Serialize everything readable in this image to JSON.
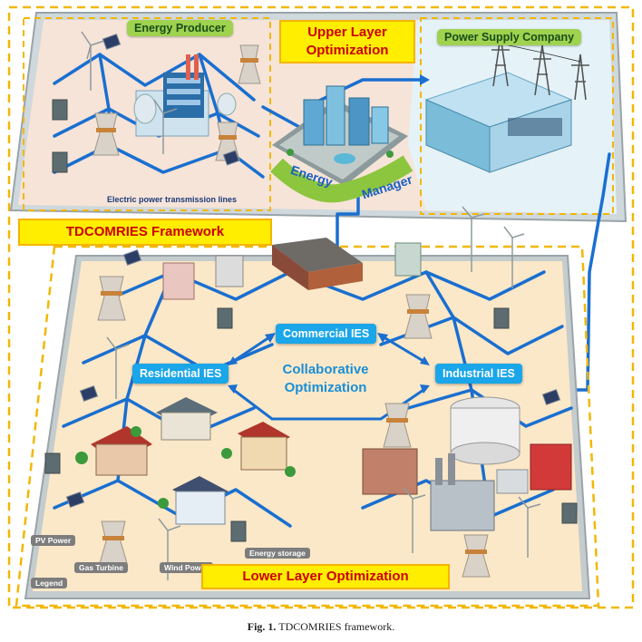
{
  "upper": {
    "energy_producer": "Energy Producer",
    "title_line1": "Upper Layer",
    "title_line2": "Optimization",
    "power_supply": "Power Supply Company",
    "transmission_lines": "Electric power transmission lines",
    "energy_word": "Energy",
    "manager_word": "Manager"
  },
  "framework_label": "TDCOMRIES Framework",
  "lower": {
    "commercial": "Commercial IES",
    "residential": "Residential IES",
    "industrial": "Industrial IES",
    "collab_line1": "Collaborative",
    "collab_line2": "Optimization",
    "title": "Lower Layer Optimization"
  },
  "legend": {
    "pv_power": "PV Power",
    "gas_turbine": "Gas Turbine",
    "wind_power": "Wind Power",
    "energy_storage": "Energy storage",
    "legend": "Legend"
  },
  "caption": {
    "fig": "Fig. 1.",
    "text": "TDCOMRIES framework."
  },
  "colors": {
    "line_blue": "#1a6fd0",
    "frame_yellow": "#f2b705",
    "ground": "#fbe8c8",
    "upper_bg": "#e9f6fb",
    "ies_blue": "#1aa6e8"
  }
}
